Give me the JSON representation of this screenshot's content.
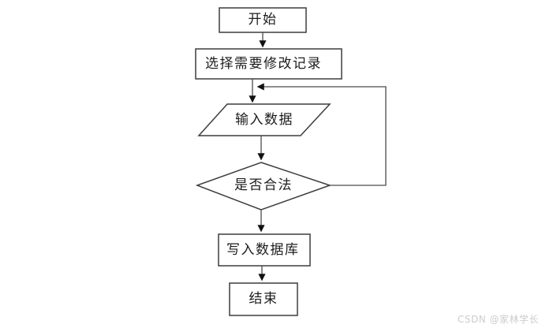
{
  "diagram": {
    "type": "flowchart",
    "background": "#ffffff",
    "colors": {
      "node_border": "#3d3d3d",
      "node_fill": "#ffffff",
      "connector_line": "#4a4a4a",
      "arrowhead": "#111111",
      "text": "#1c1c1c"
    },
    "nodes": [
      {
        "id": "start",
        "shape": "rectangle",
        "label": "开始"
      },
      {
        "id": "select",
        "shape": "rectangle",
        "label": "选择需要修改记录"
      },
      {
        "id": "input",
        "shape": "parallelogram",
        "label": "输入数据"
      },
      {
        "id": "validate",
        "shape": "diamond",
        "label": "是否合法"
      },
      {
        "id": "write",
        "shape": "rectangle",
        "label": "写入数据库"
      },
      {
        "id": "end",
        "shape": "rectangle",
        "label": "结束"
      }
    ],
    "edges": [
      {
        "from": "start",
        "to": "select",
        "style": "arrow-down"
      },
      {
        "from": "select",
        "to": "input",
        "style": "arrow-down"
      },
      {
        "from": "input",
        "to": "validate",
        "style": "arrow-down"
      },
      {
        "from": "validate",
        "to": "write",
        "style": "arrow-down"
      },
      {
        "from": "write",
        "to": "end",
        "style": "arrow-down"
      },
      {
        "from": "validate",
        "to": "input",
        "style": "loop-right"
      }
    ]
  },
  "watermark": {
    "text": "CSDN @家林学长",
    "color": "#cccccc"
  }
}
